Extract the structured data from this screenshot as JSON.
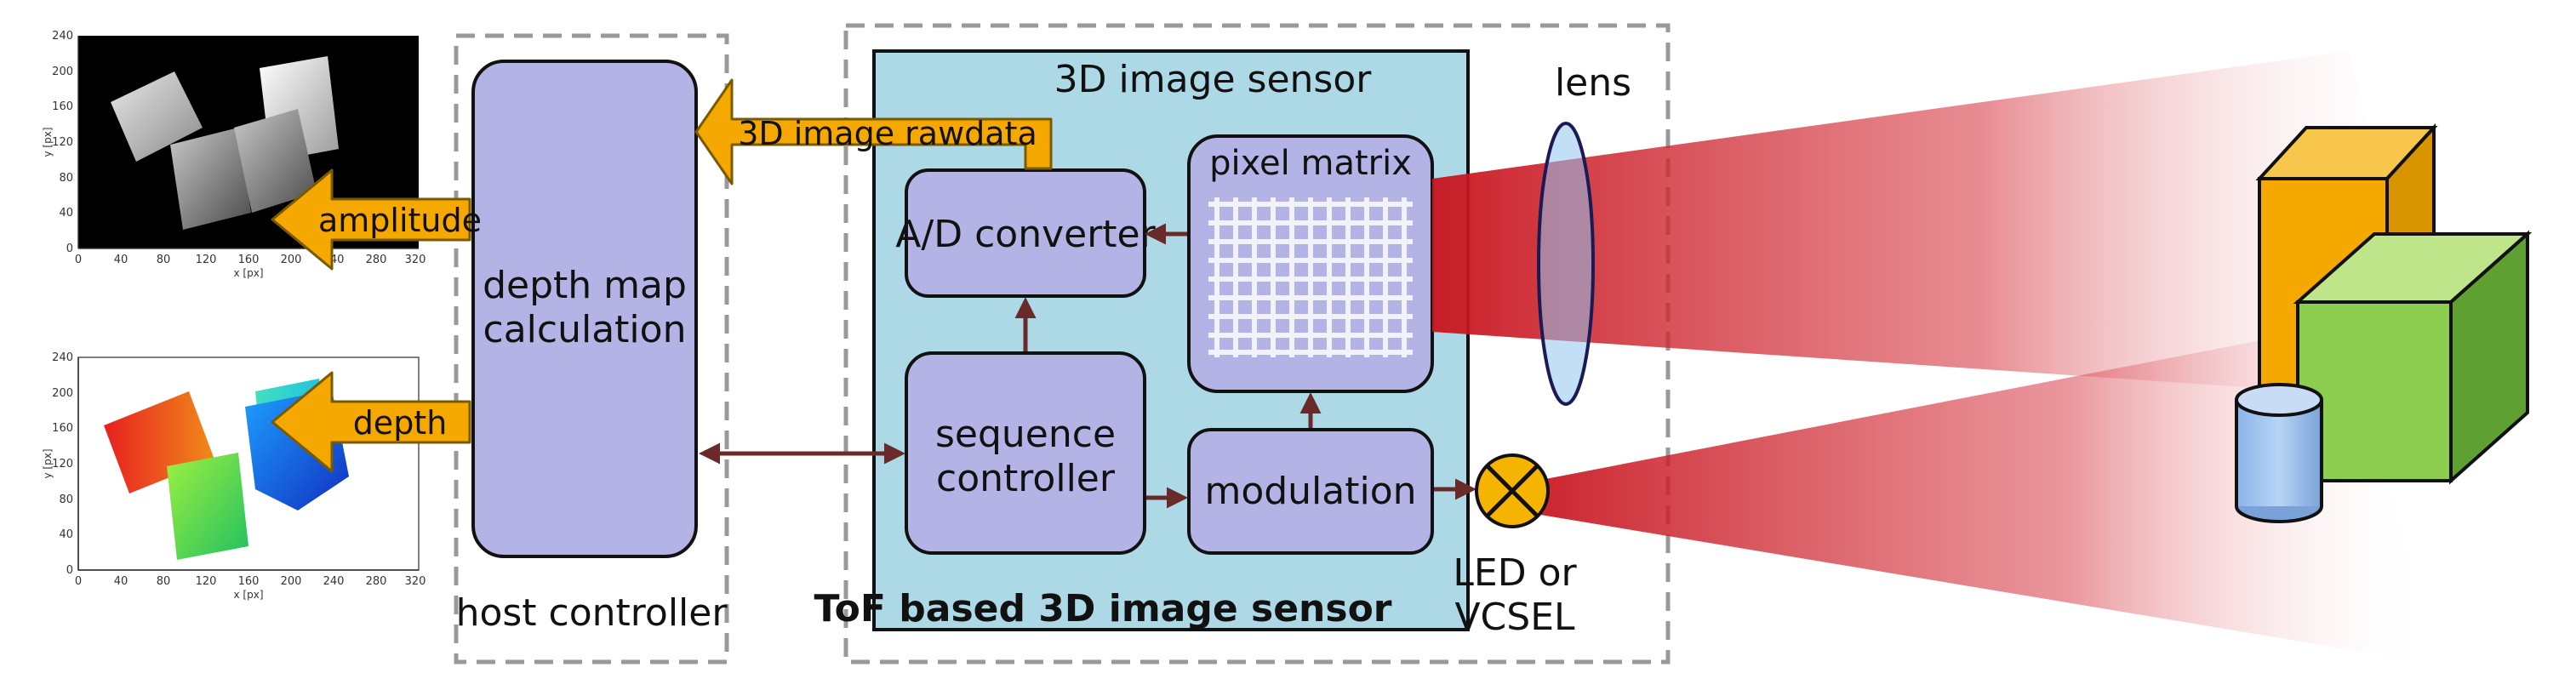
{
  "labels": {
    "sensor_title": "3D image sensor",
    "pixel_matrix": "pixel matrix",
    "ad_converter": "A/D converter",
    "sequence_controller_line1": "sequence",
    "sequence_controller_line2": "controller",
    "modulation": "modulation",
    "depth_map_line1": "depth map",
    "depth_map_line2": "calculation",
    "host_controller": "host controller",
    "tof_sensor": "ToF based 3D image sensor",
    "lens": "lens",
    "led_line1": "LED or",
    "led_line2": "VCSEL",
    "arrow_rawdata": "3D image rawdata",
    "arrow_amplitude": "amplitude",
    "arrow_depth": "depth"
  },
  "amplitude_plot": {
    "x_ticks": [
      "0",
      "40",
      "80",
      "120",
      "160",
      "200",
      "240",
      "280",
      "320"
    ],
    "y_ticks": [
      "0",
      "40",
      "80",
      "120",
      "160",
      "200",
      "240"
    ],
    "x_label": "x [px]",
    "y_label": "y [px]"
  },
  "depth_plot": {
    "x_ticks": [
      "0",
      "40",
      "80",
      "120",
      "160",
      "200",
      "240",
      "280",
      "320"
    ],
    "y_ticks": [
      "0",
      "40",
      "80",
      "120",
      "160",
      "200",
      "240"
    ],
    "x_label": "x [px]",
    "y_label": "y [px]"
  },
  "colors": {
    "sensor_fill": "#add8e6",
    "block_fill": "#b3b3e6",
    "arrow_orange": "#f5a800",
    "connector": "#6b2a2a",
    "beam_red": "#c8141e",
    "led_yellow": "#f5b400"
  }
}
